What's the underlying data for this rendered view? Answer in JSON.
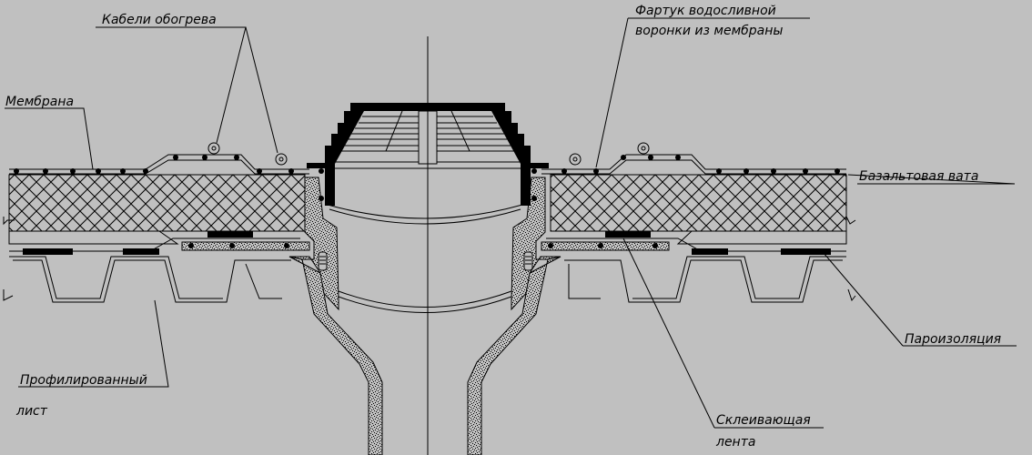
{
  "labels": {
    "cables": "Кабели обогрева",
    "membrane": "Мембрана",
    "apron_line1": "Фартук водосливной",
    "apron_line2": "воронки из мембраны",
    "basalt": "Базальтовая вата",
    "vapor": "Пароизоляция",
    "profiled_line1": "Профилированный",
    "profiled_line2": "лист",
    "tape_line1": "Склеивающая",
    "tape_line2": "лента"
  },
  "colors": {
    "background": "#c0c0c0",
    "ink": "#000000"
  }
}
